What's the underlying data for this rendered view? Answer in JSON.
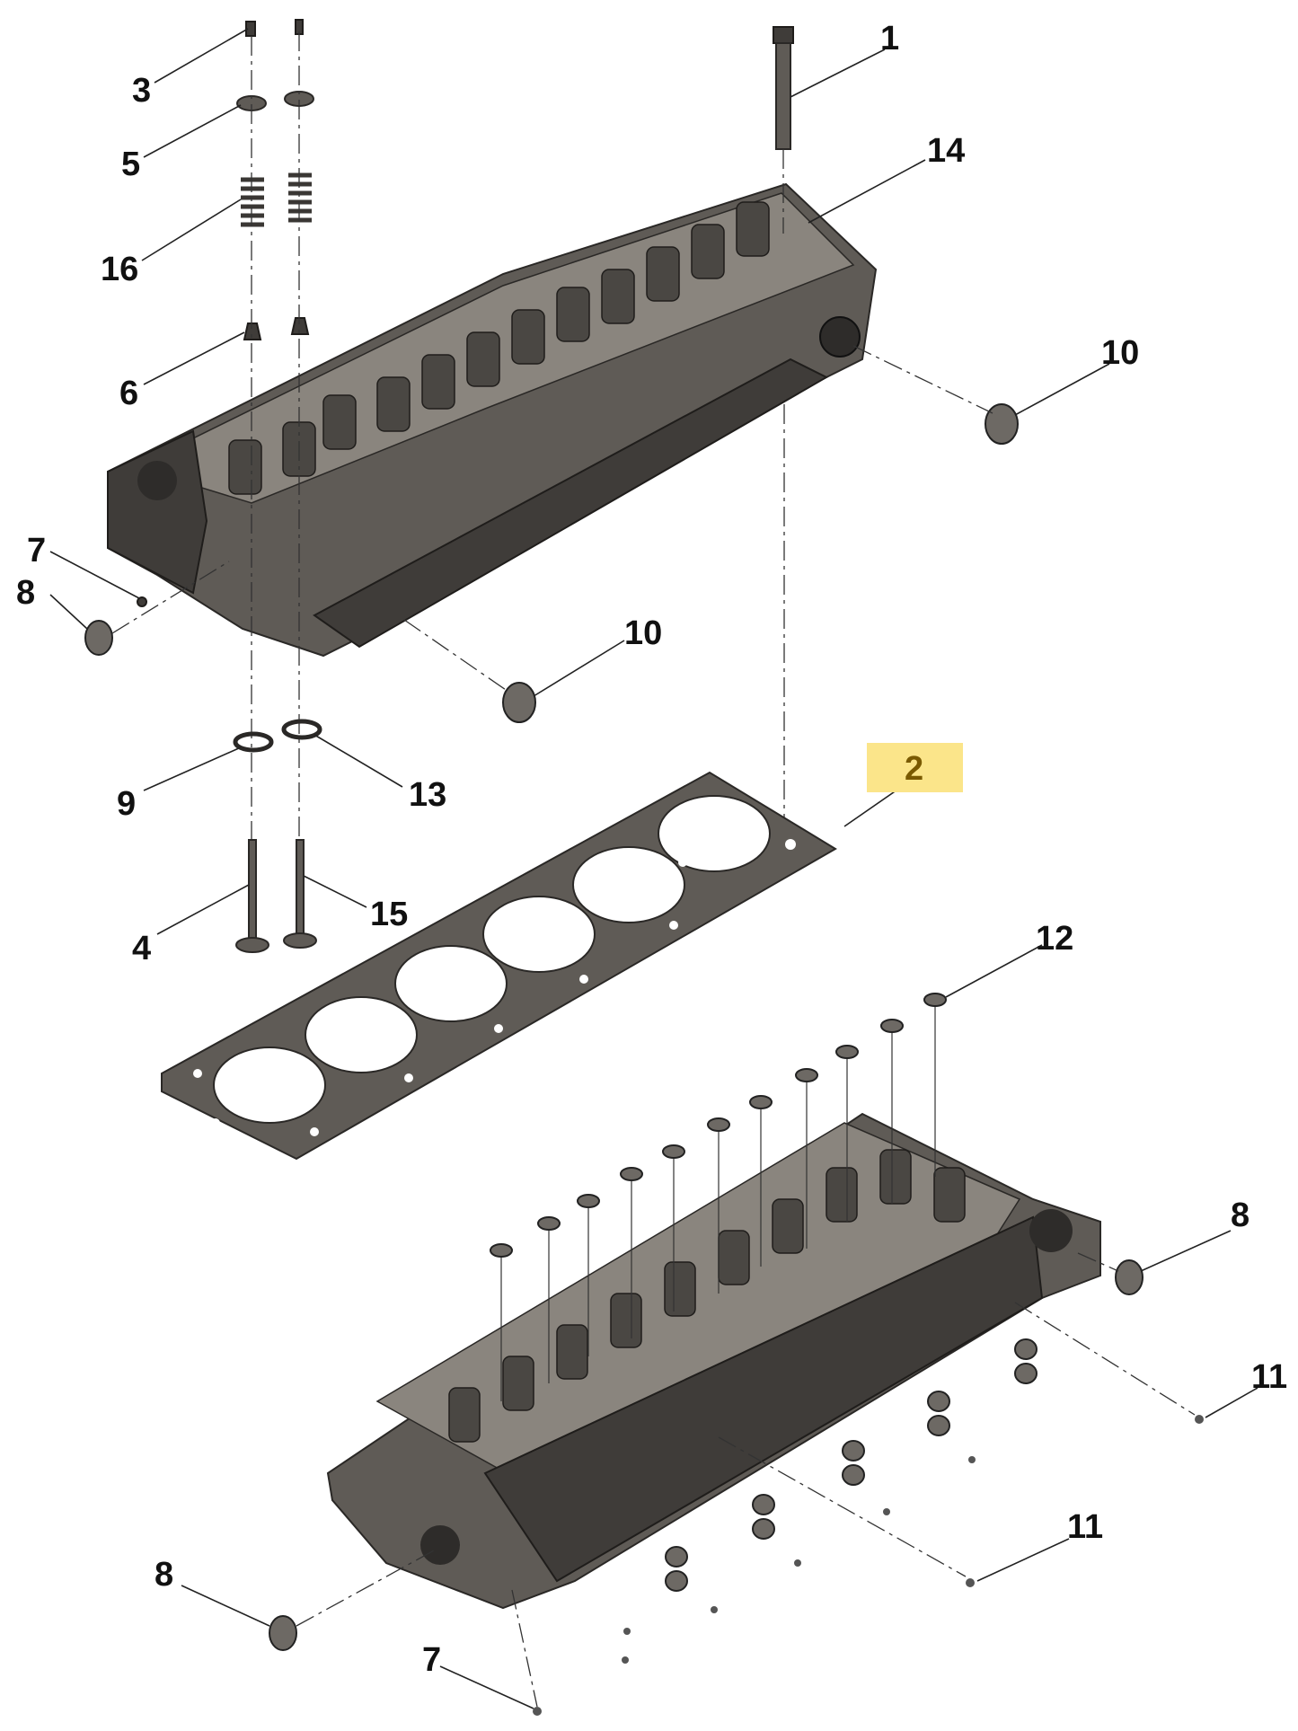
{
  "colors": {
    "part": "#5f5b56",
    "part_dark": "#3f3c39",
    "highlight": "#fbe58a",
    "background": "#ffffff"
  },
  "callouts": [
    {
      "id": "1",
      "label": "1"
    },
    {
      "id": "14",
      "label": "14"
    },
    {
      "id": "3",
      "label": "3"
    },
    {
      "id": "5",
      "label": "5"
    },
    {
      "id": "16",
      "label": "16"
    },
    {
      "id": "6",
      "label": "6"
    },
    {
      "id": "10a",
      "label": "10"
    },
    {
      "id": "7a",
      "label": "7"
    },
    {
      "id": "8a",
      "label": "8"
    },
    {
      "id": "10b",
      "label": "10"
    },
    {
      "id": "2",
      "label": "2",
      "highlighted": true
    },
    {
      "id": "9",
      "label": "9"
    },
    {
      "id": "13",
      "label": "13"
    },
    {
      "id": "4",
      "label": "4"
    },
    {
      "id": "15",
      "label": "15"
    },
    {
      "id": "12",
      "label": "12"
    },
    {
      "id": "8b",
      "label": "8"
    },
    {
      "id": "11a",
      "label": "11"
    },
    {
      "id": "11b",
      "label": "11"
    },
    {
      "id": "8c",
      "label": "8"
    },
    {
      "id": "7b",
      "label": "7"
    }
  ]
}
